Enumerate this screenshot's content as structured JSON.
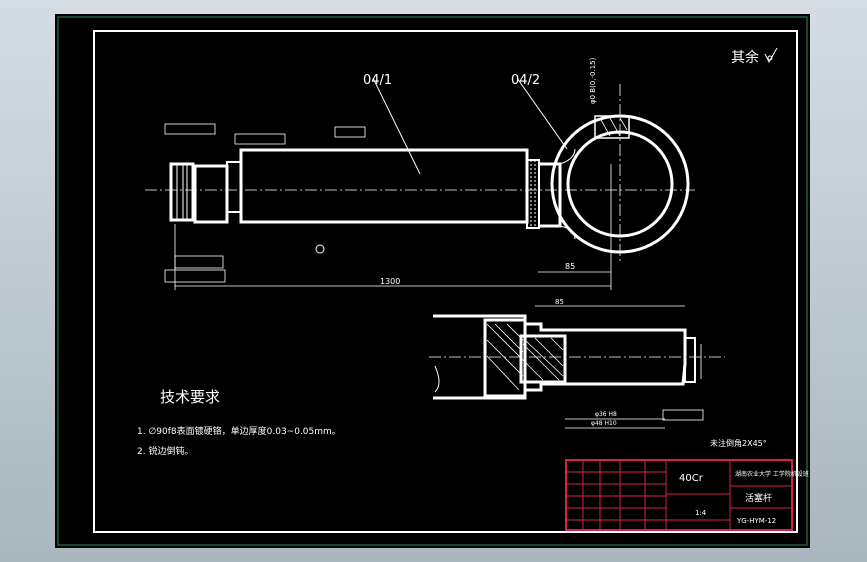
{
  "drawing": {
    "surface_roughness_note": "其余",
    "part_labels": [
      "04/1",
      "04/2"
    ],
    "dimensions": {
      "overall_length": "1300",
      "eye_center_offset": "85",
      "section_length": "85",
      "bore_diameter": "φ0 B(0,-0.15)",
      "inner_bore": "φ36 H8",
      "outer_bore": "φ48 H10"
    },
    "technical_requirements": {
      "title": "技术要求",
      "items": [
        "1. ∅90f8表面镀硬铬，单边厚度0.03~0.05mm。",
        "2. 锐边倒钝。"
      ]
    },
    "unspecified_chamfer_note": "未注倒角2X45°"
  },
  "title_block": {
    "material": "40Cr",
    "school": "湖南农业大学 工学院机设班",
    "part_name": "活塞杆",
    "drawing_number": "YG-HYM-12",
    "scale": "1:4"
  },
  "colors": {
    "background": "#000000",
    "lines": "#ffffff",
    "title_block_border": "#d61f4a",
    "title_block_text": "#4caf50",
    "window": "#b8c4cb"
  }
}
